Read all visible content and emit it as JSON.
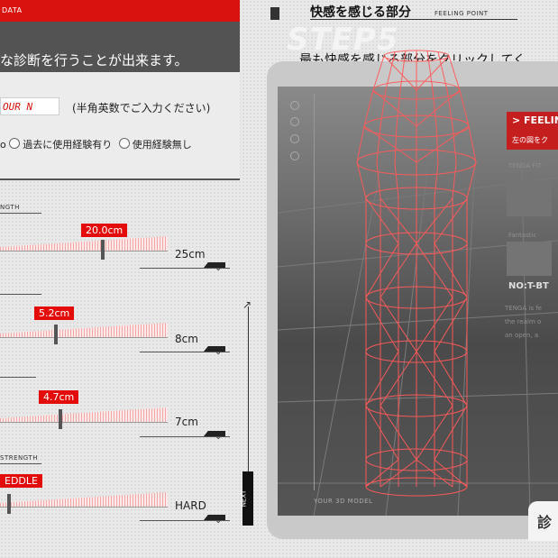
{
  "left": {
    "header_label": "DATA",
    "message": "な診断を行うことが出来ます。",
    "name_input_value": "OUR N",
    "name_hint": "(半角英数でご入力ください)",
    "radio_options": [
      "過去に使用経験有り",
      "使用経験無し"
    ],
    "radio_leading": "o",
    "section_length_label": "NGTH",
    "section_strength_label": "STRENGTH",
    "sliders": [
      {
        "value_label": "20.0cm",
        "max_label": "25cm",
        "value": 20.0,
        "max": 25
      },
      {
        "value_label": "5.2cm",
        "max_label": "8cm",
        "value": 5.2,
        "max": 8
      },
      {
        "value_label": "4.7cm",
        "max_label": "7cm",
        "value": 4.7,
        "max": 7
      },
      {
        "value_label": "EDDLE",
        "max_label": "HARD"
      }
    ],
    "chevron": "⌄",
    "next_label": "NEXT"
  },
  "right": {
    "title": "快感を感じる部分",
    "title_sub": "FEELING POINT",
    "step_label": "STEP5",
    "instruction": "最も快感を感じる部分をクリックしてく",
    "feeling_tag": "> FEELIN",
    "feeling_tag_sub": "左の図をク",
    "ghost_texts": [
      "TENGA FIT",
      "Fantastic",
      "NO:T-BT",
      "TENGA is fe",
      "the realm o",
      "an open, a"
    ],
    "model_label": "YOUR 3D MODEL",
    "bottom_button": "診"
  }
}
